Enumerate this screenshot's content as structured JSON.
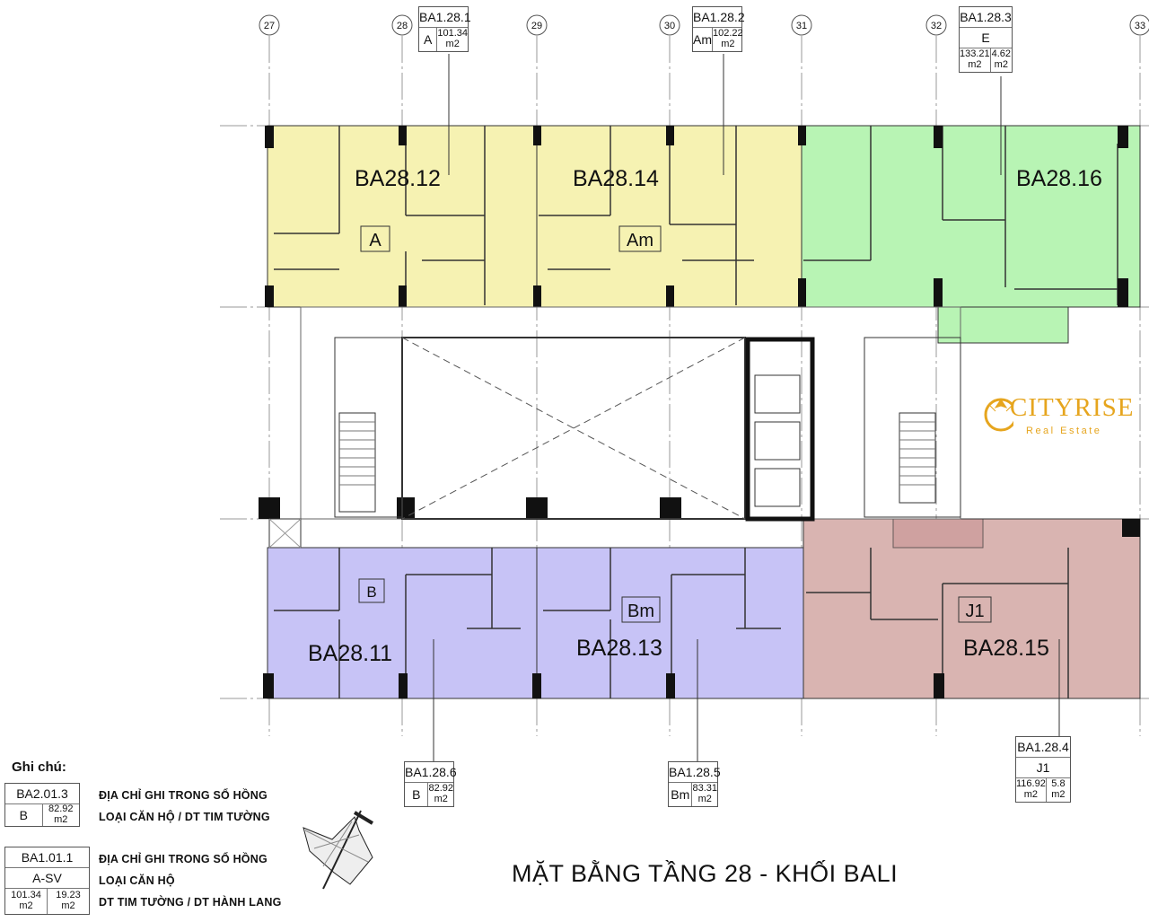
{
  "grid_axes": [
    "27",
    "28",
    "29",
    "30",
    "31",
    "32",
    "33"
  ],
  "units": [
    {
      "id": "BA28.12",
      "type": "A",
      "color": "#f6f2b2"
    },
    {
      "id": "BA28.14",
      "type": "Am",
      "color": "#f6f2b2"
    },
    {
      "id": "BA28.16",
      "type": "",
      "color": "#b8f4b4"
    },
    {
      "id": "BA28.11",
      "type": "B",
      "color": "#c7c3f6"
    },
    {
      "id": "BA28.13",
      "type": "Bm",
      "color": "#c7c3f6"
    },
    {
      "id": "BA28.15",
      "type": "J1",
      "color": "#d9b4b1"
    }
  ],
  "info_boxes": {
    "top1": {
      "address": "BA1.28.1",
      "type": "A",
      "area": "101.34",
      "unit": "m2"
    },
    "top2": {
      "address": "BA1.28.2",
      "type": "Am",
      "area": "102.22",
      "unit": "m2"
    },
    "top3": {
      "address": "BA1.28.3",
      "type": "E",
      "area": "133.21",
      "corridor": "4.62",
      "unit": "m2"
    },
    "bot6": {
      "address": "BA1.28.6",
      "type": "B",
      "area": "82.92",
      "unit": "m2"
    },
    "bot5": {
      "address": "BA1.28.5",
      "type": "Bm",
      "area": "83.31",
      "unit": "m2"
    },
    "bot4": {
      "address": "BA1.28.4",
      "type": "J1",
      "area": "116.92",
      "corridor": "5.8",
      "unit": "m2"
    }
  },
  "legend": {
    "heading": "Ghi chú:",
    "ex1": {
      "address": "BA2.01.3",
      "type": "B",
      "area": "82.92",
      "unit": "m2"
    },
    "ex1_lines": [
      "ĐỊA CHỈ GHI TRONG SỔ HỒNG",
      "LOẠI CĂN HỘ / DT TIM TƯỜNG"
    ],
    "ex2": {
      "address": "BA1.01.1",
      "type": "A-SV",
      "area": "101.34",
      "corridor": "19.23",
      "unit": "m2"
    },
    "ex2_lines": [
      "ĐỊA CHỈ GHI TRONG SỔ HỒNG",
      "LOẠI CĂN HỘ",
      "DT TIM TƯỜNG / DT HÀNH LANG"
    ]
  },
  "title": "MẶT BẰNG TẦNG 28 - KHỐI BALI",
  "logo": {
    "name": "CITYRISE",
    "tagline": "Real Estate",
    "color": "#e6a51e"
  }
}
